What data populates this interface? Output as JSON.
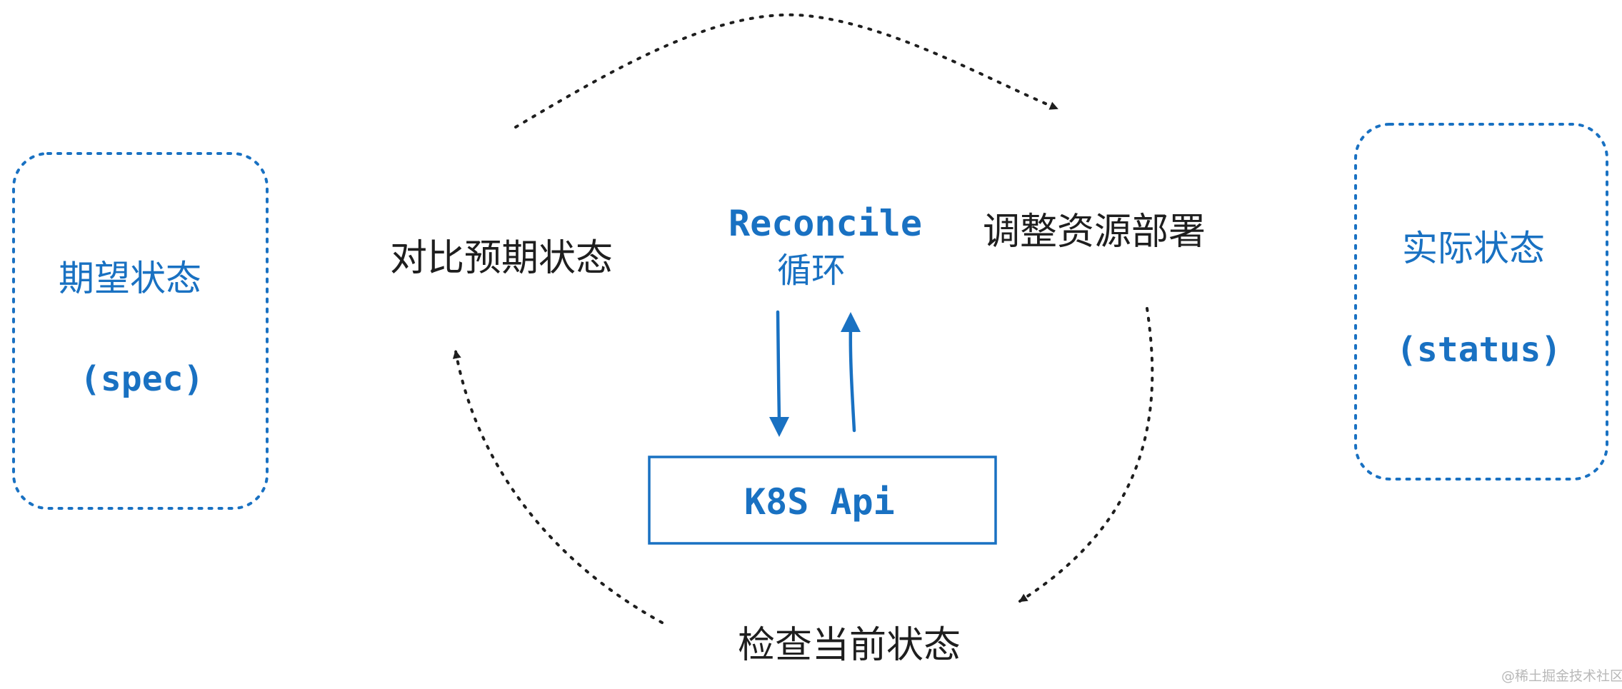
{
  "diagram": {
    "left_box": {
      "title": "期望状态",
      "subtitle": "(spec)"
    },
    "right_box": {
      "title": "实际状态",
      "subtitle": "(status)"
    },
    "steps": {
      "compare": "对比预期状态",
      "adjust": "调整资源部署",
      "check": "检查当前状态"
    },
    "center": {
      "title": "Reconcile",
      "subtitle": "循环"
    },
    "api_box": "K8S Api"
  },
  "watermark": "@稀土掘金技术社区",
  "colors": {
    "blue": "#1971c2",
    "ink": "#1e1e1e",
    "background": "#ffffff"
  }
}
